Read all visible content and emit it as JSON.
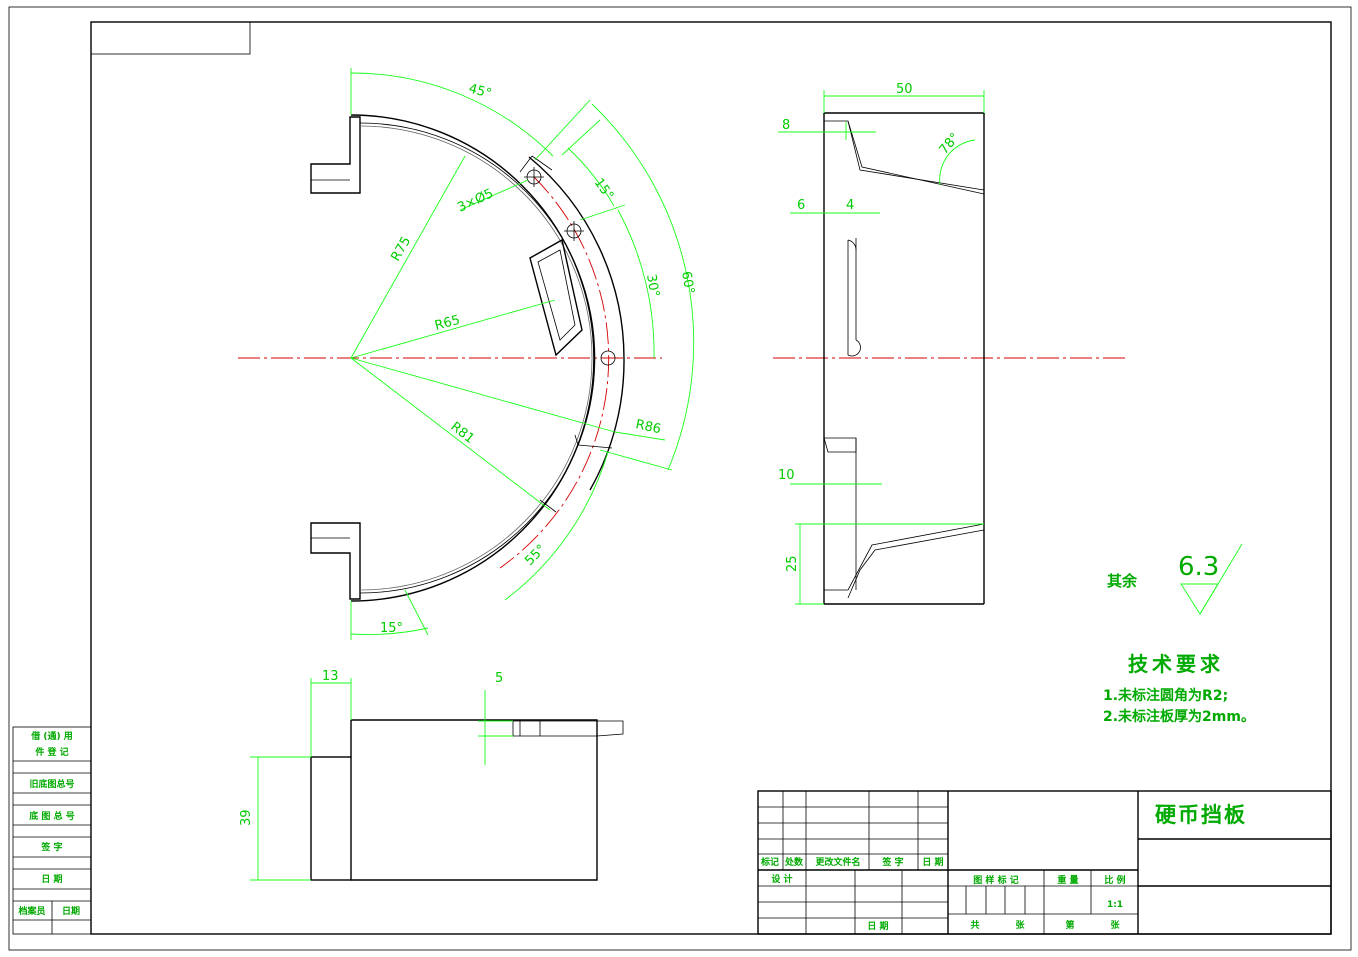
{
  "dimensions": {
    "front": {
      "angle_45": "45°",
      "angle_15_top": "15°",
      "angle_30": "30°",
      "angle_60": "60°",
      "angle_55": "55°",
      "angle_15_bottom": "15°",
      "holes": "3×Ø5",
      "r75": "R75",
      "r65": "R65",
      "r81": "R81",
      "r86": "R86"
    },
    "side": {
      "width_50": "50",
      "d8": "8",
      "angle_78": "78°",
      "d6": "6",
      "d4": "4",
      "d10": "10",
      "d25": "25"
    },
    "bottom": {
      "d13": "13",
      "d5": "5",
      "d39": "39"
    }
  },
  "surface_finish": {
    "label": "其余",
    "value": "6.3"
  },
  "tech_requirements": {
    "title": "技术要求",
    "items": [
      "1.未标注圆角为R2;",
      "2.未标注板厚为2mm。"
    ]
  },
  "title_block": {
    "part_name": "硬币挡板",
    "rev_headers": [
      "标记",
      "处数",
      "更改文件名",
      "签 字",
      "日 期"
    ],
    "design_label": "设 计",
    "date_label": "日 期",
    "drawing_mark_label": "图 样 标 记",
    "weight_label": "重 量",
    "scale_label": "比 例",
    "scale_value": "1:1",
    "sheet_total_label": "共",
    "sheet_unit_label": "张",
    "sheet_index_label": "第",
    "sheet_unit2_label": "张"
  },
  "side_block": {
    "borrow_line1": "借 (通) 用",
    "borrow_line2": "件 登 记",
    "old_drawing_no": "旧底图总号",
    "drawing_no": "底 图 总 号",
    "signature": "签 字",
    "date": "日 期",
    "archivist": "档案员",
    "archive_date": "日期"
  }
}
